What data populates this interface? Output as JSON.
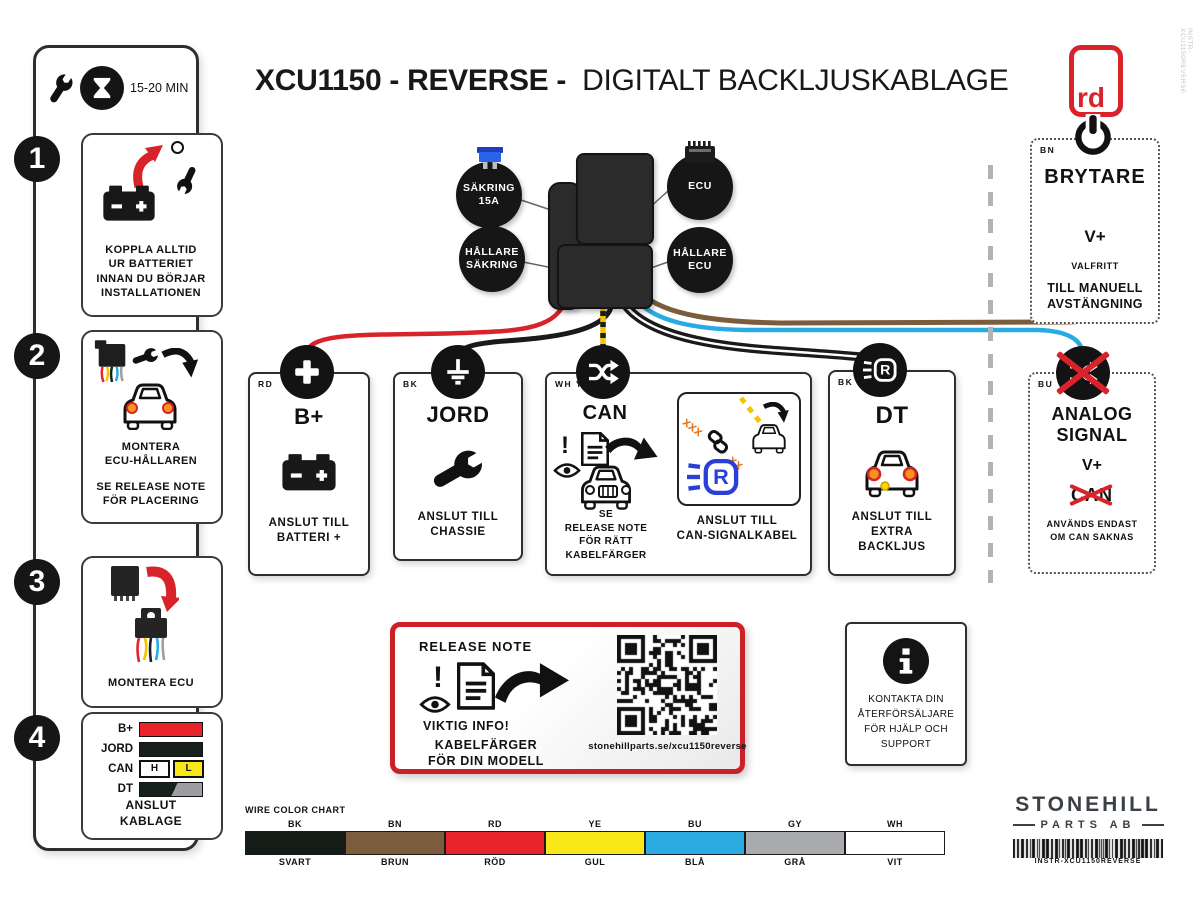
{
  "meta": {
    "timer_label": "15-20 MIN",
    "side_text": "INSTR-XCU1150REVERSE"
  },
  "header": {
    "title_bold": "XCU1150 - REVERSE -",
    "title_regular": "DIGITALT BACKLJUSKABLAGE",
    "logo_text": "rd"
  },
  "steps": {
    "s1": {
      "num": "1",
      "text": "KOPPLA ALLTID\nUR BATTERIET\nINNAN DU BÖRJAR\nINSTALLATIONEN"
    },
    "s2": {
      "num": "2",
      "title": "MONTERA\nECU-HÅLLAREN",
      "note": "SE RELEASE NOTE\nFÖR PLACERING"
    },
    "s3": {
      "num": "3",
      "title": "MONTERA ECU"
    },
    "s4": {
      "num": "4",
      "caption": "ANSLUT\nKABLAGE",
      "legend": [
        {
          "label": "B+",
          "type": "solid",
          "color": "#e8232a"
        },
        {
          "label": "JORD",
          "type": "solid",
          "color": "#16211b"
        },
        {
          "label": "CAN",
          "type": "hl",
          "h": "H",
          "l": "L",
          "h_color": "#ffffff",
          "l_color": "#f8e819"
        },
        {
          "label": "DT",
          "type": "split",
          "color1": "#16211b",
          "color2": "#9c9ea1"
        }
      ]
    }
  },
  "ecu": {
    "callouts": {
      "fuse": [
        "SÄKRING",
        "15A"
      ],
      "ecu": [
        "ECU"
      ],
      "holder_fuse": [
        "HÅLLARE",
        "SÄKRING"
      ],
      "holder_ecu": [
        "HÅLLARE",
        "ECU"
      ]
    }
  },
  "connectors": {
    "bplus": {
      "tag": "RD",
      "title": "B+",
      "caption": "ANSLUT TILL\nBATTERI +"
    },
    "jord": {
      "tag": "BK",
      "title": "JORD",
      "caption": "ANSLUT TILL\nCHASSIE"
    },
    "can": {
      "tag": "WH YE",
      "title": "CAN",
      "left_caption": "SE\nRELEASE NOTE\nFÖR RÄTT\nKABELFÄRGER",
      "right_caption": "ANSLUT TILL\nCAN-SIGNALKABEL"
    },
    "dt": {
      "tag": "BK GY",
      "title": "DT",
      "caption": "ANSLUT TILL\nEXTRA\nBACKLJUS"
    }
  },
  "optional": {
    "brytare": {
      "tag": "BN",
      "title": "BRYTARE",
      "voltage": "V+",
      "note": "VALFRITT",
      "caption": "TILL MANUELL\nAVSTÄNGNING"
    },
    "analog": {
      "tag": "BU",
      "title": "ANALOG\nSIGNAL",
      "voltage": "V+",
      "crossed": "CAN",
      "caption": "ANVÄNDS ENDAST\nOM CAN SAKNAS"
    }
  },
  "release_note": {
    "title": "RELEASE NOTE",
    "important": "VIKTIG INFO!",
    "caption": "KABELFÄRGER\nFÖR DIN MODELL",
    "url": "stonehillparts.se/xcu1150reverse"
  },
  "support": {
    "text": "KONTAKTA DIN\nÅTERFÖRSÄLJARE\nFÖR HJÄLP OCH\nSUPPORT"
  },
  "wire_chart": {
    "title": "WIRE COLOR CHART",
    "colors": [
      {
        "code": "BK",
        "name": "SVART",
        "hex": "#131c16"
      },
      {
        "code": "BN",
        "name": "BRUN",
        "hex": "#7b5c3c"
      },
      {
        "code": "RD",
        "name": "RÖD",
        "hex": "#e8232a"
      },
      {
        "code": "YE",
        "name": "GUL",
        "hex": "#f8e819"
      },
      {
        "code": "BU",
        "name": "BLÅ",
        "hex": "#2aabe2"
      },
      {
        "code": "GY",
        "name": "GRÅ",
        "hex": "#a9abae"
      },
      {
        "code": "WH",
        "name": "VIT",
        "hex": "#ffffff"
      }
    ]
  },
  "brand": {
    "name": "STONEHILL",
    "sub": "PARTS AB",
    "barcode_text": "INSTR-XCU1150REVERSE"
  },
  "colors": {
    "accent_red": "#d8232a",
    "wire_blue": "#29abe2",
    "wire_brown": "#7b5c3c",
    "wire_yellow": "#f2c500"
  }
}
